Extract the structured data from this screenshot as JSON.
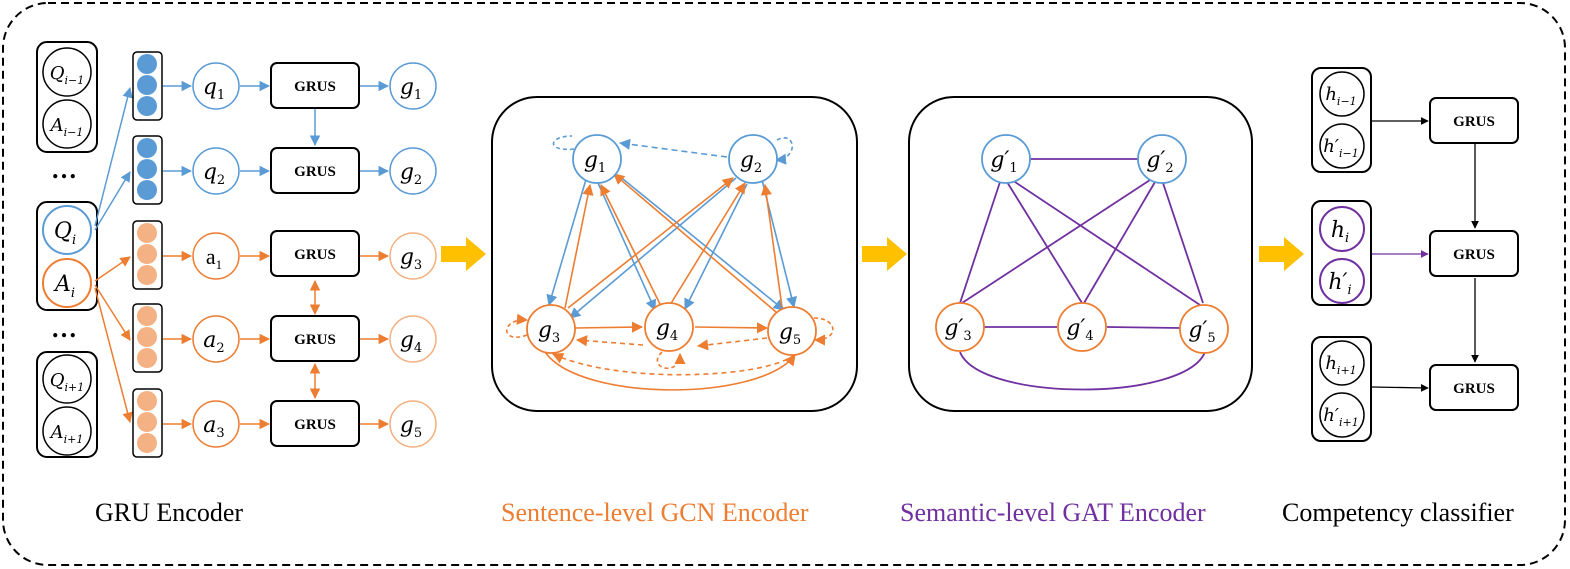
{
  "colors": {
    "blue": "#5B9BD5",
    "orange": "#ED7D31",
    "purple": "#7030A0",
    "black": "#000000",
    "arrow_yellow": "#FFC000",
    "dot_blue": "#5B9BD5",
    "dot_orange": "#F4B183"
  },
  "gru_unit_label": "GRUS",
  "ellipsis": "…",
  "gru_encoder": {
    "inputs": {
      "q_prev": {
        "base": "Q",
        "sub": "i−1"
      },
      "a_prev": {
        "base": "A",
        "sub": "i−1"
      },
      "q_cur": {
        "base": "Q",
        "sub": "i"
      },
      "a_cur": {
        "base": "A",
        "sub": "i"
      },
      "q_next": {
        "base": "Q",
        "sub": "i+1"
      },
      "a_next": {
        "base": "A",
        "sub": "i+1"
      }
    },
    "tokens": [
      {
        "base": "q",
        "sub": "1",
        "italic": true
      },
      {
        "base": "q",
        "sub": "2",
        "italic": true
      },
      {
        "base": "a",
        "sub": "1",
        "italic": false
      },
      {
        "base": "a",
        "sub": "2",
        "italic": true
      },
      {
        "base": "a",
        "sub": "3",
        "italic": true
      }
    ],
    "outputs": [
      {
        "base": "g",
        "sub": "1"
      },
      {
        "base": "g",
        "sub": "2"
      },
      {
        "base": "g",
        "sub": "3"
      },
      {
        "base": "g",
        "sub": "4"
      },
      {
        "base": "g",
        "sub": "5"
      }
    ]
  },
  "gcn_nodes": [
    {
      "base": "g",
      "sub": "1"
    },
    {
      "base": "g",
      "sub": "2"
    },
    {
      "base": "g",
      "sub": "3"
    },
    {
      "base": "g",
      "sub": "4"
    },
    {
      "base": "g",
      "sub": "5"
    }
  ],
  "gat_nodes": [
    {
      "base": "g′",
      "sub": "1"
    },
    {
      "base": "g′",
      "sub": "2"
    },
    {
      "base": "g′",
      "sub": "3"
    },
    {
      "base": "g′",
      "sub": "4"
    },
    {
      "base": "g′",
      "sub": "5"
    }
  ],
  "classifier": {
    "h_prev": {
      "base": "h",
      "sub": "i−1"
    },
    "hp_prev": {
      "base": "h′",
      "sub": "i−1"
    },
    "h_cur": {
      "base": "h",
      "sub": "i"
    },
    "hp_cur": {
      "base": "h′",
      "sub": "i"
    },
    "h_next": {
      "base": "h",
      "sub": "i+1"
    },
    "hp_next": {
      "base": "h′",
      "sub": "i+1"
    }
  },
  "captions": {
    "gru": "GRU Encoder",
    "gcn": "Sentence-level GCN Encoder",
    "gat": "Semantic-level GAT Encoder",
    "classifier": "Competency classifier"
  }
}
